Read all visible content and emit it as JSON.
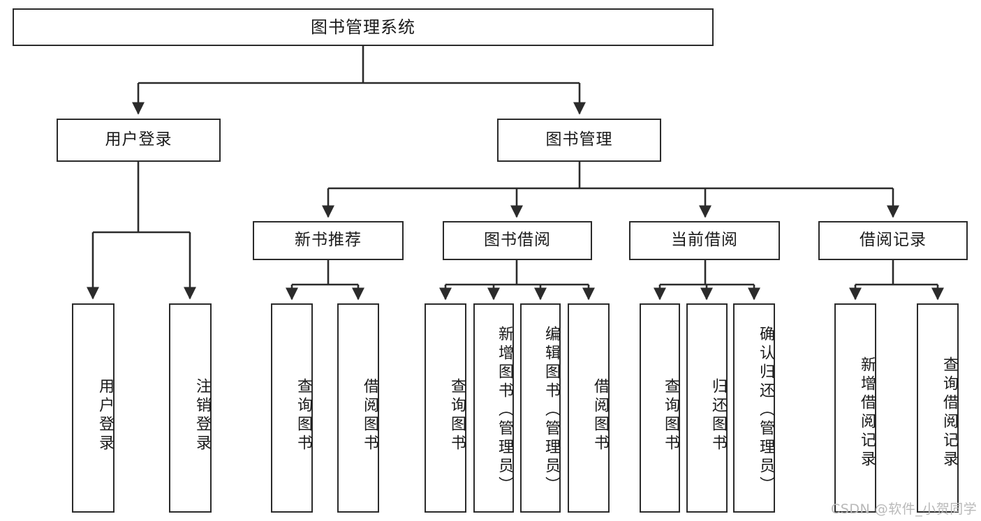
{
  "diagram": {
    "title": "图书管理系统",
    "type": "tree",
    "orientation": "top-down",
    "colors": {
      "stroke": "#2b2b2b",
      "fill": "#ffffff",
      "text": "#1a1a1a",
      "watermark": "#b9b9b9"
    },
    "levels": {
      "root": [
        "图书管理系统"
      ],
      "level2": [
        "用户登录",
        "图书管理"
      ],
      "level3": [
        "新书推荐",
        "图书借阅",
        "当前借阅",
        "借阅记录"
      ],
      "leaves": [
        "用户登录",
        "注销登录",
        "查询图书",
        "借阅图书",
        "查询图书",
        "新增图书（管理员）",
        "编辑图书（管理员）",
        "借阅图书",
        "查询图书",
        "归还图书",
        "确认归还（管理员）",
        "新增借阅记录",
        "查询借阅记录"
      ]
    },
    "nodes": {
      "root": {
        "label": "图书管理系统"
      },
      "user_login": {
        "label": "用户登录"
      },
      "book_manage": {
        "label": "图书管理"
      },
      "new_book_rec": {
        "label": "新书推荐"
      },
      "book_borrow": {
        "label": "图书借阅"
      },
      "current_borrow": {
        "label": "当前借阅"
      },
      "borrow_record": {
        "label": "借阅记录"
      },
      "leaf_user_login": {
        "label": "用户登录"
      },
      "leaf_logout": {
        "label": "注销登录"
      },
      "leaf_query_book_1": {
        "label": "查询图书"
      },
      "leaf_borrow_book_1": {
        "label": "借阅图书"
      },
      "leaf_query_book_2": {
        "label": "查询图书"
      },
      "leaf_add_book": {
        "label": "新增图书（管理员）"
      },
      "leaf_edit_book": {
        "label": "编辑图书（管理员）"
      },
      "leaf_borrow_book_2": {
        "label": "借阅图书"
      },
      "leaf_query_book_3": {
        "label": "查询图书"
      },
      "leaf_return_book": {
        "label": "归还图书"
      },
      "leaf_confirm_return": {
        "label": "确认归还（管理员）"
      },
      "leaf_add_record": {
        "label": "新增借阅记录"
      },
      "leaf_query_record": {
        "label": "查询借阅记录"
      }
    },
    "edges": [
      {
        "from": "root",
        "to": "user_login"
      },
      {
        "from": "root",
        "to": "book_manage"
      },
      {
        "from": "user_login",
        "to": "leaf_user_login"
      },
      {
        "from": "user_login",
        "to": "leaf_logout"
      },
      {
        "from": "book_manage",
        "to": "new_book_rec"
      },
      {
        "from": "book_manage",
        "to": "book_borrow"
      },
      {
        "from": "book_manage",
        "to": "current_borrow"
      },
      {
        "from": "book_manage",
        "to": "borrow_record"
      },
      {
        "from": "new_book_rec",
        "to": "leaf_query_book_1"
      },
      {
        "from": "new_book_rec",
        "to": "leaf_borrow_book_1"
      },
      {
        "from": "book_borrow",
        "to": "leaf_query_book_2"
      },
      {
        "from": "book_borrow",
        "to": "leaf_add_book"
      },
      {
        "from": "book_borrow",
        "to": "leaf_edit_book"
      },
      {
        "from": "book_borrow",
        "to": "leaf_borrow_book_2"
      },
      {
        "from": "current_borrow",
        "to": "leaf_query_book_3"
      },
      {
        "from": "current_borrow",
        "to": "leaf_return_book"
      },
      {
        "from": "current_borrow",
        "to": "leaf_confirm_return"
      },
      {
        "from": "borrow_record",
        "to": "leaf_add_record"
      },
      {
        "from": "borrow_record",
        "to": "leaf_query_record"
      }
    ]
  },
  "watermark": {
    "text": "CSDN @软件_小贺同学"
  }
}
